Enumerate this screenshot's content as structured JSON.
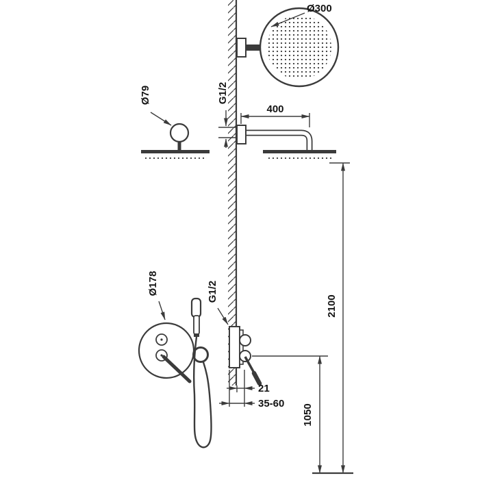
{
  "drawing": {
    "type": "shower-system-installation-dimensions",
    "background_color": "#ffffff",
    "line_color": "#3b3b3b",
    "text_color": "#141414"
  },
  "labels": {
    "rain_head_diameter": "Ø300",
    "rain_arm_length": "400",
    "rain_arm_thread": "G1/2",
    "ceiling_head_diameter": "Ø79",
    "mixer_trim_diameter": "Ø178",
    "mixer_thread": "G1/2",
    "total_height": "2100",
    "mixer_height": "1050",
    "min_depth": "21",
    "depth_range": "35-60"
  }
}
